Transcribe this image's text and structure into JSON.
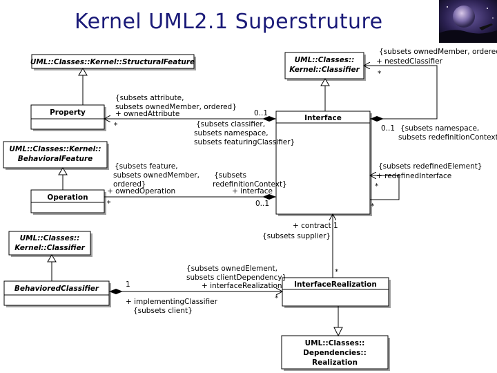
{
  "title": "Kernel UML2.1 Superstruture",
  "logo_icon": "space-planet-image",
  "classes": {
    "structural_feature": "UML::Classes::Kernel::StructuralFeature",
    "classifier_top_1": "UML::Classes::",
    "classifier_top_2": "Kernel::Classifier",
    "property": "Property",
    "behavioral_feature_1": "UML::Classes::Kernel::",
    "behavioral_feature_2": "BehavioralFeature",
    "interface": "Interface",
    "operation": "Operation",
    "classifier_left_1": "UML::Classes::",
    "classifier_left_2": "Kernel::Classifier",
    "behaviored_classifier": "BehavioredClassifier",
    "interface_realization": "InterfaceRealization",
    "realization_1": "UML::Classes::",
    "realization_2": "Dependencies::",
    "realization_3": "Realization"
  },
  "labels": {
    "nested_1": "{subsets ownedMember, ordered}",
    "nested_2": "+ nestedClassifier",
    "nested_mult": "*",
    "attr_1": "{subsets attribute,",
    "attr_2": "subsets ownedMember, ordered}",
    "attr_3": "+ ownedAttribute",
    "attr_mult_left": "*",
    "attr_mult_right": "0..1",
    "iface_1": "{subsets classifier,",
    "iface_2": "subsets namespace,",
    "iface_3": "subsets featuringClassifier}",
    "ns_mult": "0..1",
    "ns_1": "{subsets namespace,",
    "ns_2": "subsets redefinitionContext}",
    "redef_1": "{subsets redefinedElement}",
    "redef_2": "+ redefinedInterface",
    "redef_mult_top": "*",
    "redef_mult_bottom": "*",
    "op_1": "{subsets feature,",
    "op_2": "subsets ownedMember,",
    "op_3": "ordered}",
    "op_4": "+ ownedOperation",
    "op_mult": "*",
    "ctx_1": "{subsets",
    "ctx_2": "redefinitionContext}",
    "ctx_3": "+ interface",
    "ctx_mult": "0..1",
    "contract_1": "+ contract",
    "contract_mult": "1",
    "contract_2": "{subsets supplier}",
    "ir_mult_top": "*",
    "elem_1": "{subsets ownedElement,",
    "elem_2": "subsets clientDependency}",
    "elem_3": "+ interfaceRealization",
    "elem_mult": "*",
    "bc_mult": "1",
    "client_1": "+ implementingClassifier",
    "client_2": "{subsets client}"
  }
}
